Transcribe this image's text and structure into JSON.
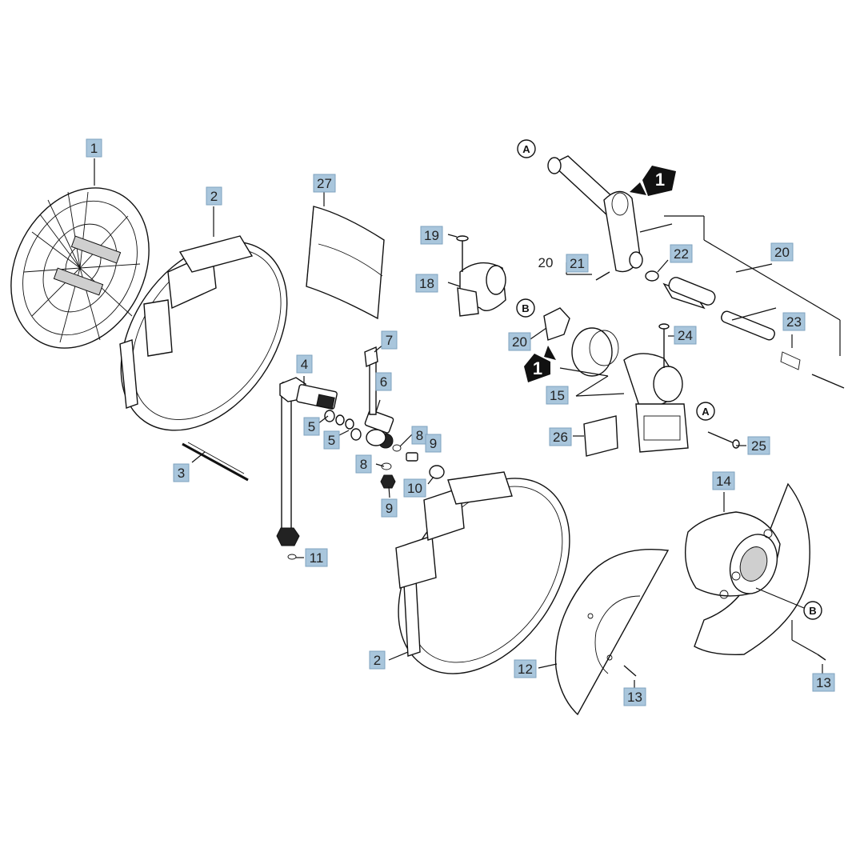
{
  "callouts": {
    "c1": "1",
    "c2a": "2",
    "c2b": "2",
    "c3": "3",
    "c4": "4",
    "c5a": "5",
    "c5b": "5",
    "c6": "6",
    "c7": "7",
    "c8a": "8",
    "c8b": "8",
    "c9a": "9",
    "c9b": "9",
    "c10": "10",
    "c11": "11",
    "c12": "12",
    "c13a": "13",
    "c13b": "13",
    "c14": "14",
    "c15": "15",
    "c18": "18",
    "c19": "19",
    "c20a": "20",
    "c20b": "20",
    "c20c": "20",
    "c21": "21",
    "c22": "22",
    "c23": "23",
    "c24": "24",
    "c25": "25",
    "c26": "26",
    "c27": "27"
  },
  "letters": {
    "a_top": "A",
    "a_mid": "A",
    "b_left": "B",
    "b_right": "B"
  },
  "arrows": {
    "arrow_top": "1",
    "arrow_mid": "1"
  }
}
